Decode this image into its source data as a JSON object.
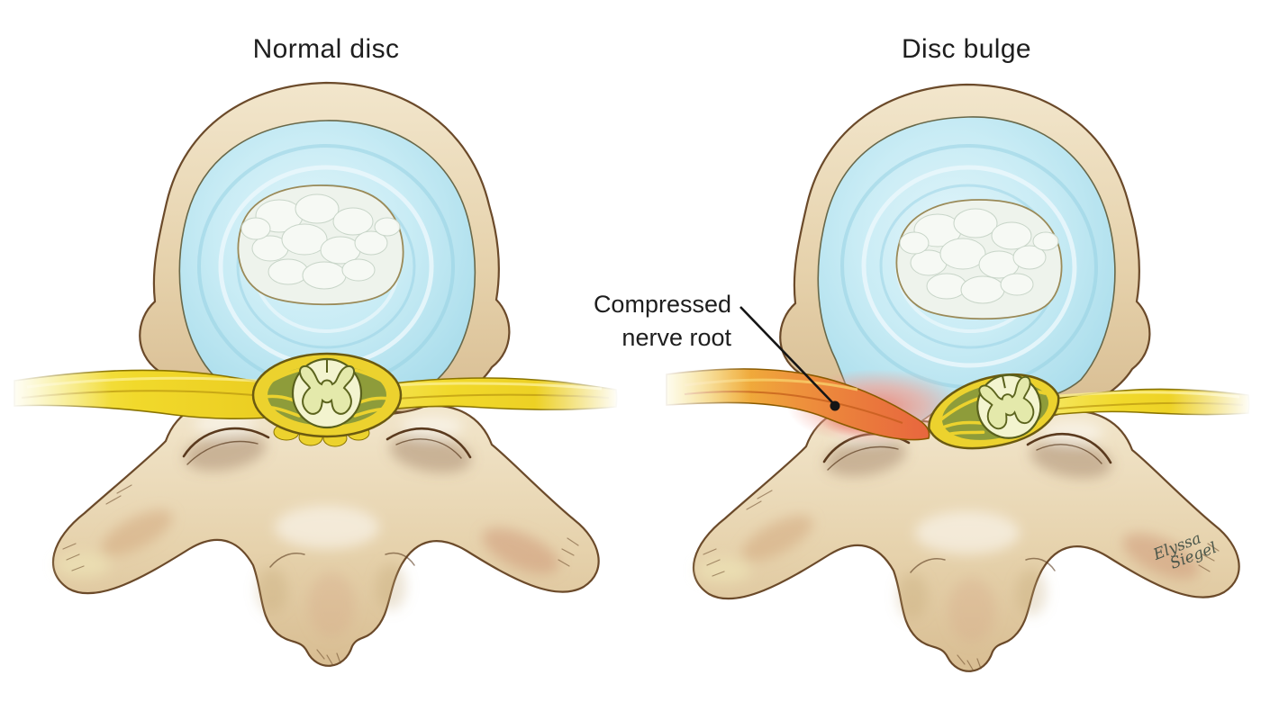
{
  "figure": {
    "background": "#ffffff",
    "panels": [
      {
        "id": "normal",
        "title": "Normal disc"
      },
      {
        "id": "bulge",
        "title": "Disc bulge"
      }
    ],
    "annotation": {
      "line1": "Compressed",
      "line2": "nerve root"
    },
    "signature": {
      "line1": "Elyssa",
      "line2": "Siegel"
    },
    "colors": {
      "bg": "#ffffff",
      "text": "#1e1e1e",
      "disc_blue": "#bfe7f2",
      "disc_ring": "#93cfe2",
      "nucleus": "#eef3ec",
      "bone": "#e9d7b8",
      "bone_shadow": "#c49a72",
      "bone_outline": "#6b4a2a",
      "nerve_yellow": "#f1d92b",
      "nerve_outline": "#8a7400",
      "compressed_orange": "#ee8a38",
      "compression_glow": "#f0897a",
      "dura_yellow": "#ecd22e",
      "dura_interior": "#8e9c3a",
      "cord_pale": "#f3f4cf",
      "gray_matter": "#e4e9ab",
      "leader_line": "#151515"
    }
  }
}
